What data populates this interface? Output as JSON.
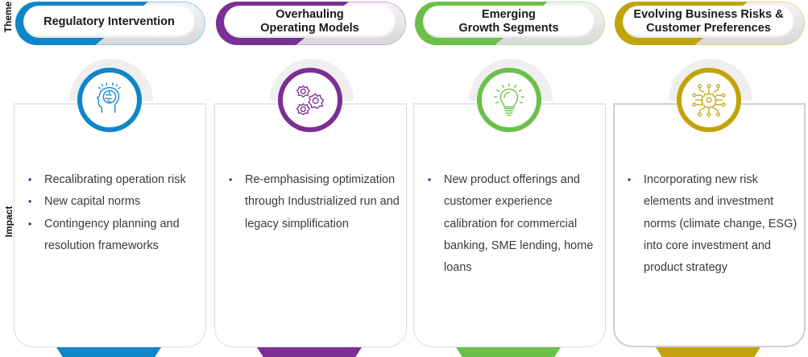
{
  "row_labels": {
    "theme": "Theme",
    "impact": "Impact"
  },
  "columns": [
    {
      "theme": "Regulatory Intervention",
      "icon": "brain-head-icon",
      "accent": "#0f86c8",
      "accent_light": "#8cc6ea",
      "impacts": [
        "Recalibrating operation risk",
        "New capital norms",
        "Contingency planning and resolution frameworks"
      ]
    },
    {
      "theme": "Overhauling\nOperating Models",
      "icon": "gears-icon",
      "accent": "#7b2f95",
      "accent_light": "#c9a6d8",
      "impacts": [
        "Re-emphasising optimization through Industrialized run and legacy simplification"
      ]
    },
    {
      "theme": "Emerging\nGrowth Segments",
      "icon": "lightbulb-icon",
      "accent": "#6cc04a",
      "accent_light": "#b7e3a4",
      "impacts": [
        "New product offerings and customer experience calibration for commercial banking, SME lending, home loans"
      ]
    },
    {
      "theme": "Evolving Business Risks &\nCustomer Preferences",
      "icon": "gear-circuit-icon",
      "accent": "#c2a30a",
      "accent_light": "#e4d37f",
      "impacts": [
        "Incorporating new risk elements and investment norms (climate change, ESG) into core investment and product strategy"
      ]
    }
  ]
}
